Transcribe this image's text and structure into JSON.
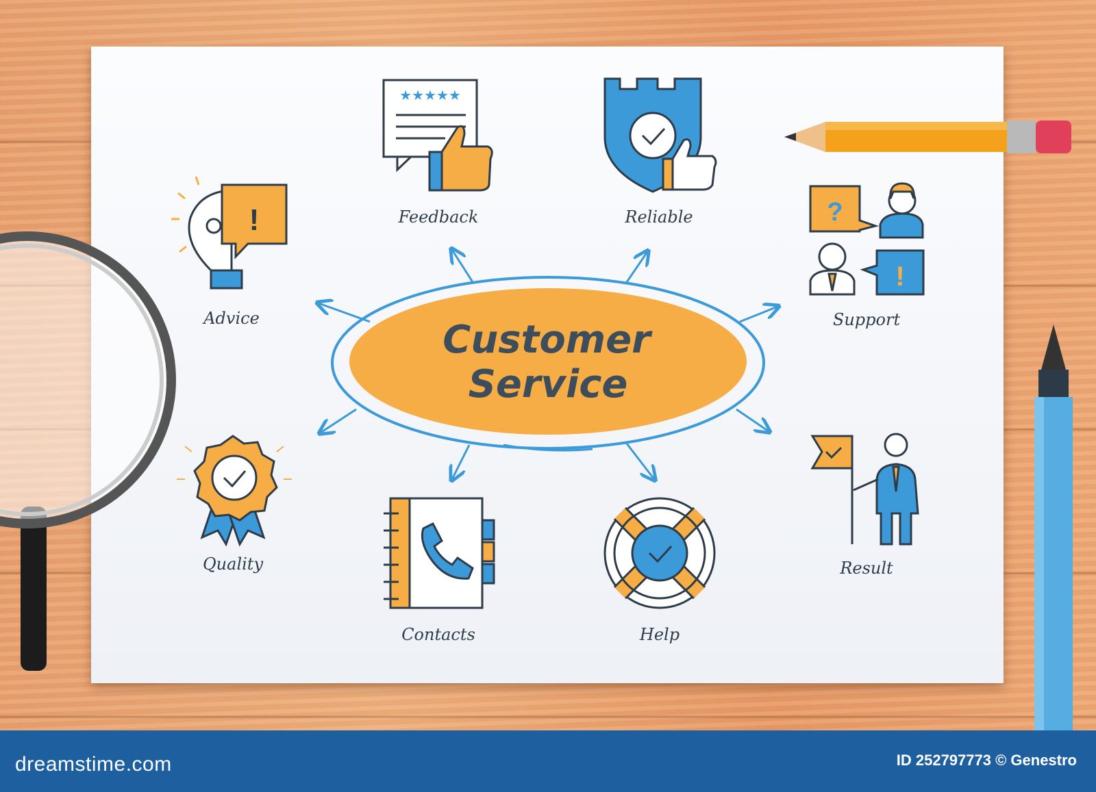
{
  "title": {
    "line1": "Customer",
    "line2": "Service"
  },
  "nodes": {
    "feedback": "Feedback",
    "reliable": "Reliable",
    "advice": "Advice",
    "support": "Support",
    "quality": "Quality",
    "result": "Result",
    "contacts": "Contacts",
    "help": "Help"
  },
  "footer": {
    "brand": "dreamstime.com",
    "credit": "ID 252797773 © Genestro"
  },
  "colors": {
    "orange": "#f7ad46",
    "blue": "#3c9ad8",
    "outline": "#2e3b48",
    "footer": "#1e5fa0"
  }
}
